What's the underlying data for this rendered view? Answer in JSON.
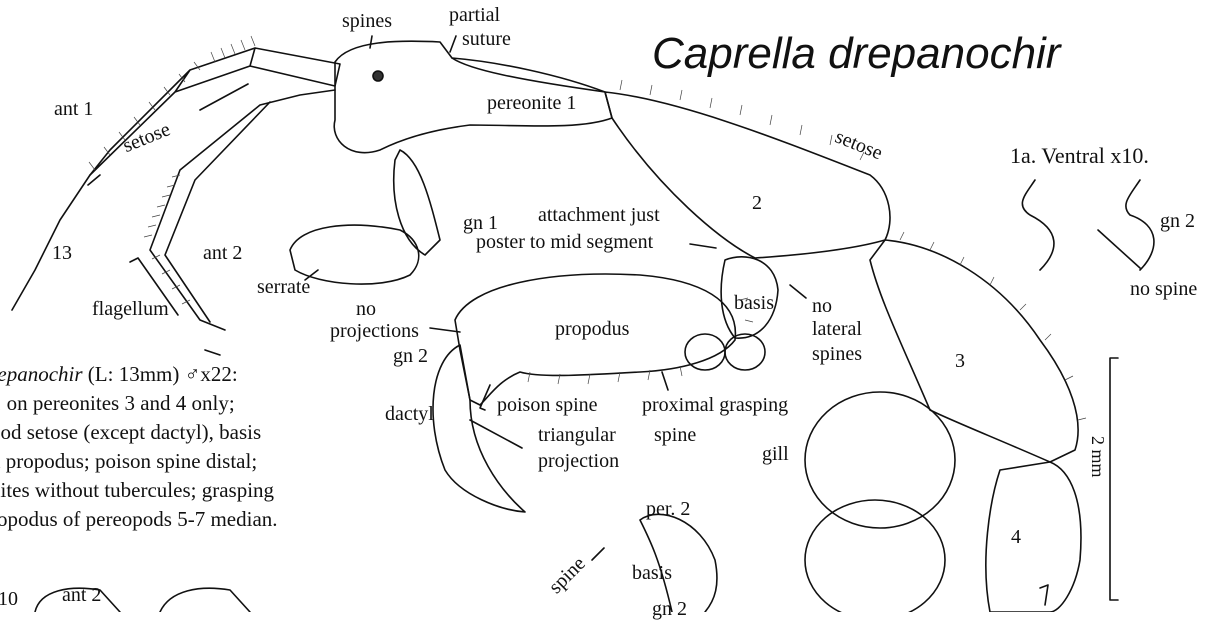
{
  "title": "Caprella drepanochir",
  "description_lines": [
    "repanochir (L: 13mm) ♂x22:",
    "r, on pereonites 3 and 4 only;",
    "pod setose (except dactyl), basis",
    "n propodus; poison spine distal;",
    "nites without tubercules; grasping",
    "ropodus of pereopods 5-7 median."
  ],
  "description_species": "repanochir",
  "description_rest": " (L: 13mm) ♂x22:",
  "labels": {
    "spines": "spines",
    "partial_suture": "partial\nsuture",
    "partial": "partial",
    "suture": "suture",
    "ant1": "ant 1",
    "setose_ant": "setose",
    "num13": "13",
    "ant2": "ant 2",
    "flagellum": "flagellum",
    "pereonite1": "pereonite 1",
    "setose_body": "setose",
    "num2": "2",
    "gn1": "gn 1",
    "attachment1": "attachment just",
    "attachment2": "poster to mid segment",
    "serrate": "serrate",
    "no_projections1": "no",
    "no_projections2": "projections",
    "gn2": "gn 2",
    "dactyl": "dactyl",
    "propodus": "propodus",
    "basis": "basis",
    "no_lateral1": "no",
    "no_lateral2": "lateral",
    "no_lateral3": "spines",
    "poison_spine": "poison spine",
    "proximal_grasping": "proximal grasping",
    "triangular": "triangular",
    "spine_word": "spine",
    "projection": "projection",
    "num3": "3",
    "gill": "gill",
    "num4": "4",
    "inset_title": "1a. Ventral x10.",
    "inset_gn2": "gn 2",
    "no_spine": "no spine",
    "scale": "2 mm",
    "per2": "per. 2",
    "spine_small": "spine",
    "basis_small": "basis",
    "gn2_small": "gn 2",
    "x10": "10",
    "ant2_small": "ant 2"
  }
}
